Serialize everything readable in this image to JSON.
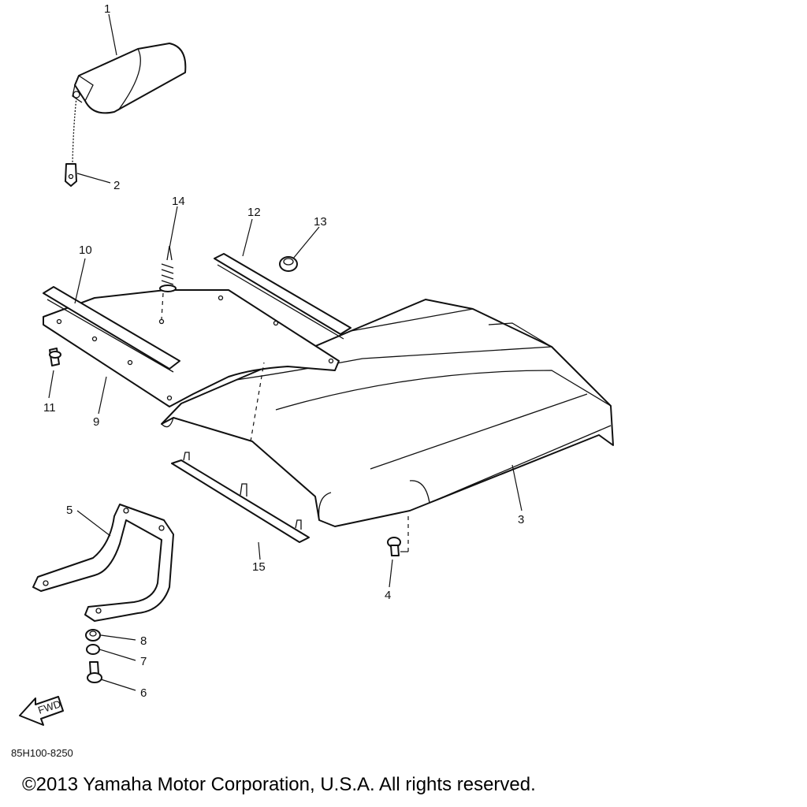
{
  "diagram": {
    "callouts": [
      {
        "id": "1",
        "text": "1"
      },
      {
        "id": "2",
        "text": "2"
      },
      {
        "id": "3",
        "text": "3"
      },
      {
        "id": "4",
        "text": "4"
      },
      {
        "id": "5",
        "text": "5"
      },
      {
        "id": "6",
        "text": "6"
      },
      {
        "id": "7",
        "text": "7"
      },
      {
        "id": "8",
        "text": "8"
      },
      {
        "id": "9",
        "text": "9"
      },
      {
        "id": "10",
        "text": "10"
      },
      {
        "id": "11",
        "text": "11"
      },
      {
        "id": "12",
        "text": "12"
      },
      {
        "id": "13",
        "text": "13"
      },
      {
        "id": "14",
        "text": "14"
      },
      {
        "id": "15",
        "text": "15"
      }
    ],
    "fwd_label": "FWD",
    "drawing_code": "85H100-8250"
  },
  "footer": {
    "copyright": "©2013 Yamaha Motor Corporation, U.S.A. All rights reserved."
  }
}
